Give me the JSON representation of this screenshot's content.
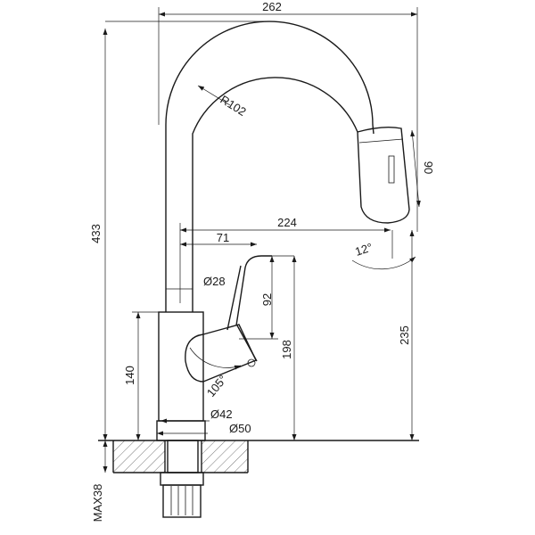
{
  "dimensions": {
    "width_total": "262",
    "height_total": "433",
    "radius": "R102",
    "sprayer_length": "90",
    "reach": "224",
    "body_offset": "71",
    "spout_diameter": "Ø28",
    "handle_height": "92",
    "base_to_handle": "198",
    "spout_height": "235",
    "body_height": "140",
    "handle_angle": "105°",
    "tilt_angle": "12°",
    "base_diameter_inner": "Ø42",
    "base_diameter_outer": "Ø50",
    "max_countertop": "MAX38"
  }
}
